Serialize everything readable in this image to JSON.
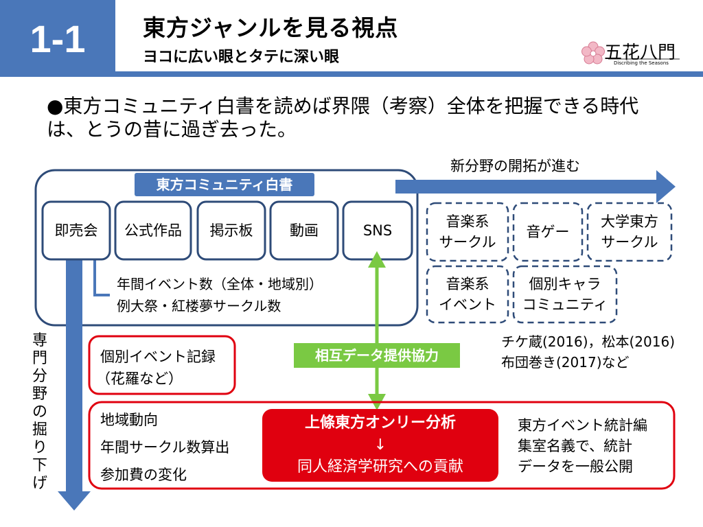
{
  "header": {
    "section_number": "1-1",
    "title": "東方ジャンルを見る視点",
    "subtitle": "ヨコに広い眼とタテに深い眼"
  },
  "logo": {
    "text": "五花八門",
    "tagline": "Discribing the Seasons"
  },
  "bullet": "●東方コミュニティ白書を読めば界隈（考察）全体を把握できる時代は、とうの昔に過ぎ去った。",
  "diagram": {
    "white_paper_label": "東方コミュニティ白書",
    "categories": [
      "即売会",
      "公式作品",
      "掲示板",
      "動画",
      "SNS"
    ],
    "annual_events_line1": "年間イベント数（全体・地域別）",
    "annual_events_line2": "例大祭・紅楼夢サークル数",
    "horizontal_arrow_label": "新分野の開拓が進む",
    "new_fields": [
      {
        "line1": "音楽系",
        "line2": "サークル"
      },
      {
        "line1": "音ゲー",
        "line2": ""
      },
      {
        "line1": "大学東方",
        "line2": "サークル"
      },
      {
        "line1": "音楽系",
        "line2": "イベント"
      },
      {
        "line1": "個別キャラ",
        "line2": "コミュニティ"
      }
    ],
    "refs_line1": "チケ蔵(2016)，松本(2016)",
    "refs_line2": "布団巻き(2017)など",
    "vertical_arrow_label": "専門分野の掘り下げ",
    "mutual_label": "相互データ提供協力",
    "individual_line1": "個別イベント記録",
    "individual_line2": "（花羅など）",
    "bottom_left": [
      "地域動向",
      "年間サークル数算出",
      "参加費の変化"
    ],
    "center_line1": "上條東方オンリー分析",
    "center_arrow": "↓",
    "center_line2": "同人経済学研究への貢献",
    "bottom_right": [
      "東方イベント統計編",
      "集室名義で、統計",
      "データを一般公開"
    ]
  },
  "colors": {
    "accent_blue": "#4A77B9",
    "box_border": "#2E4B78",
    "red": "#E0000F",
    "green": "#7AC943"
  }
}
